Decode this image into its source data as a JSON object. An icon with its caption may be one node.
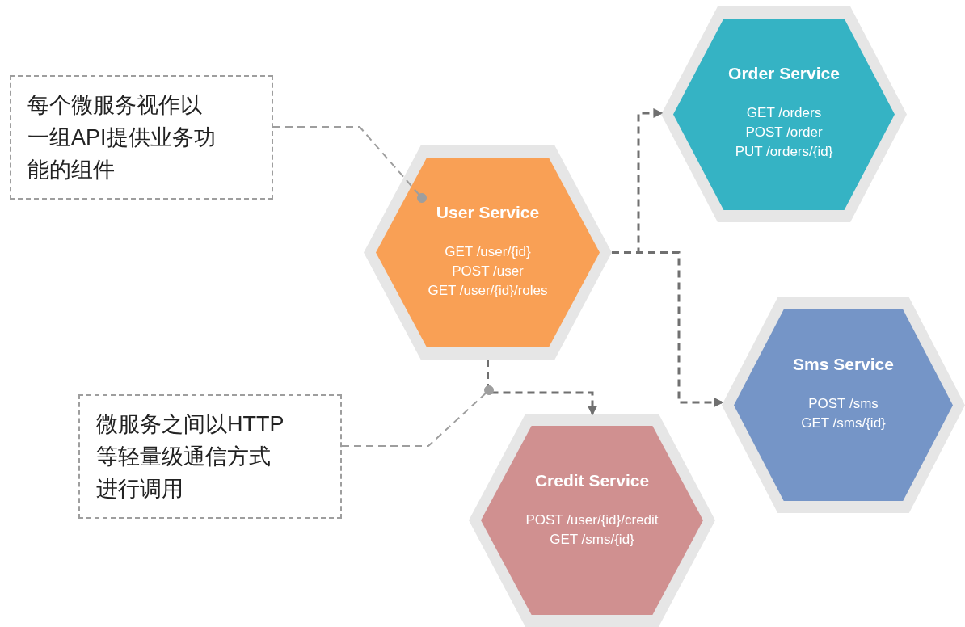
{
  "diagram": {
    "nodes": [
      {
        "text": [
          "每个微服务视作以一组API提供业务功能的组件"
        ]
      },
      {
        "text": [
          "User Service",
          "GET /user/{id}",
          "POST /user",
          "GET /user/{id}/roles"
        ]
      },
      {
        "text": [
          "Order Service",
          "GET /orders",
          "POST /order",
          "PUT /orders/{id}"
        ]
      },
      {
        "text": [
          "Sms Service",
          "POST /sms",
          "GET /sms/{id}"
        ]
      },
      {
        "text": [
          "Credit Service",
          "POST /user/{id}/credit",
          "GET /sms/{id}"
        ]
      },
      {
        "text": [
          "微服务之间以HTTP等轻量级通信方式进行调用"
        ]
      }
    ],
    "edges": [
      {
        "from": 0,
        "to": 1,
        "arrow": "other",
        "style": "dashed",
        "color": "#9e9e9e"
      },
      {
        "from": 1,
        "to": 2,
        "arrow": "to",
        "style": "dashed"
      },
      {
        "from": 1,
        "to": 3,
        "arrow": "to",
        "style": "dashed"
      },
      {
        "from": 1,
        "to": 4,
        "arrow": "to",
        "style": "dashed"
      },
      {
        "from": 5,
        "to": null,
        "arrow": "other",
        "style": "dashed",
        "color": "#9e9e9e"
      }
    ]
  }
}
